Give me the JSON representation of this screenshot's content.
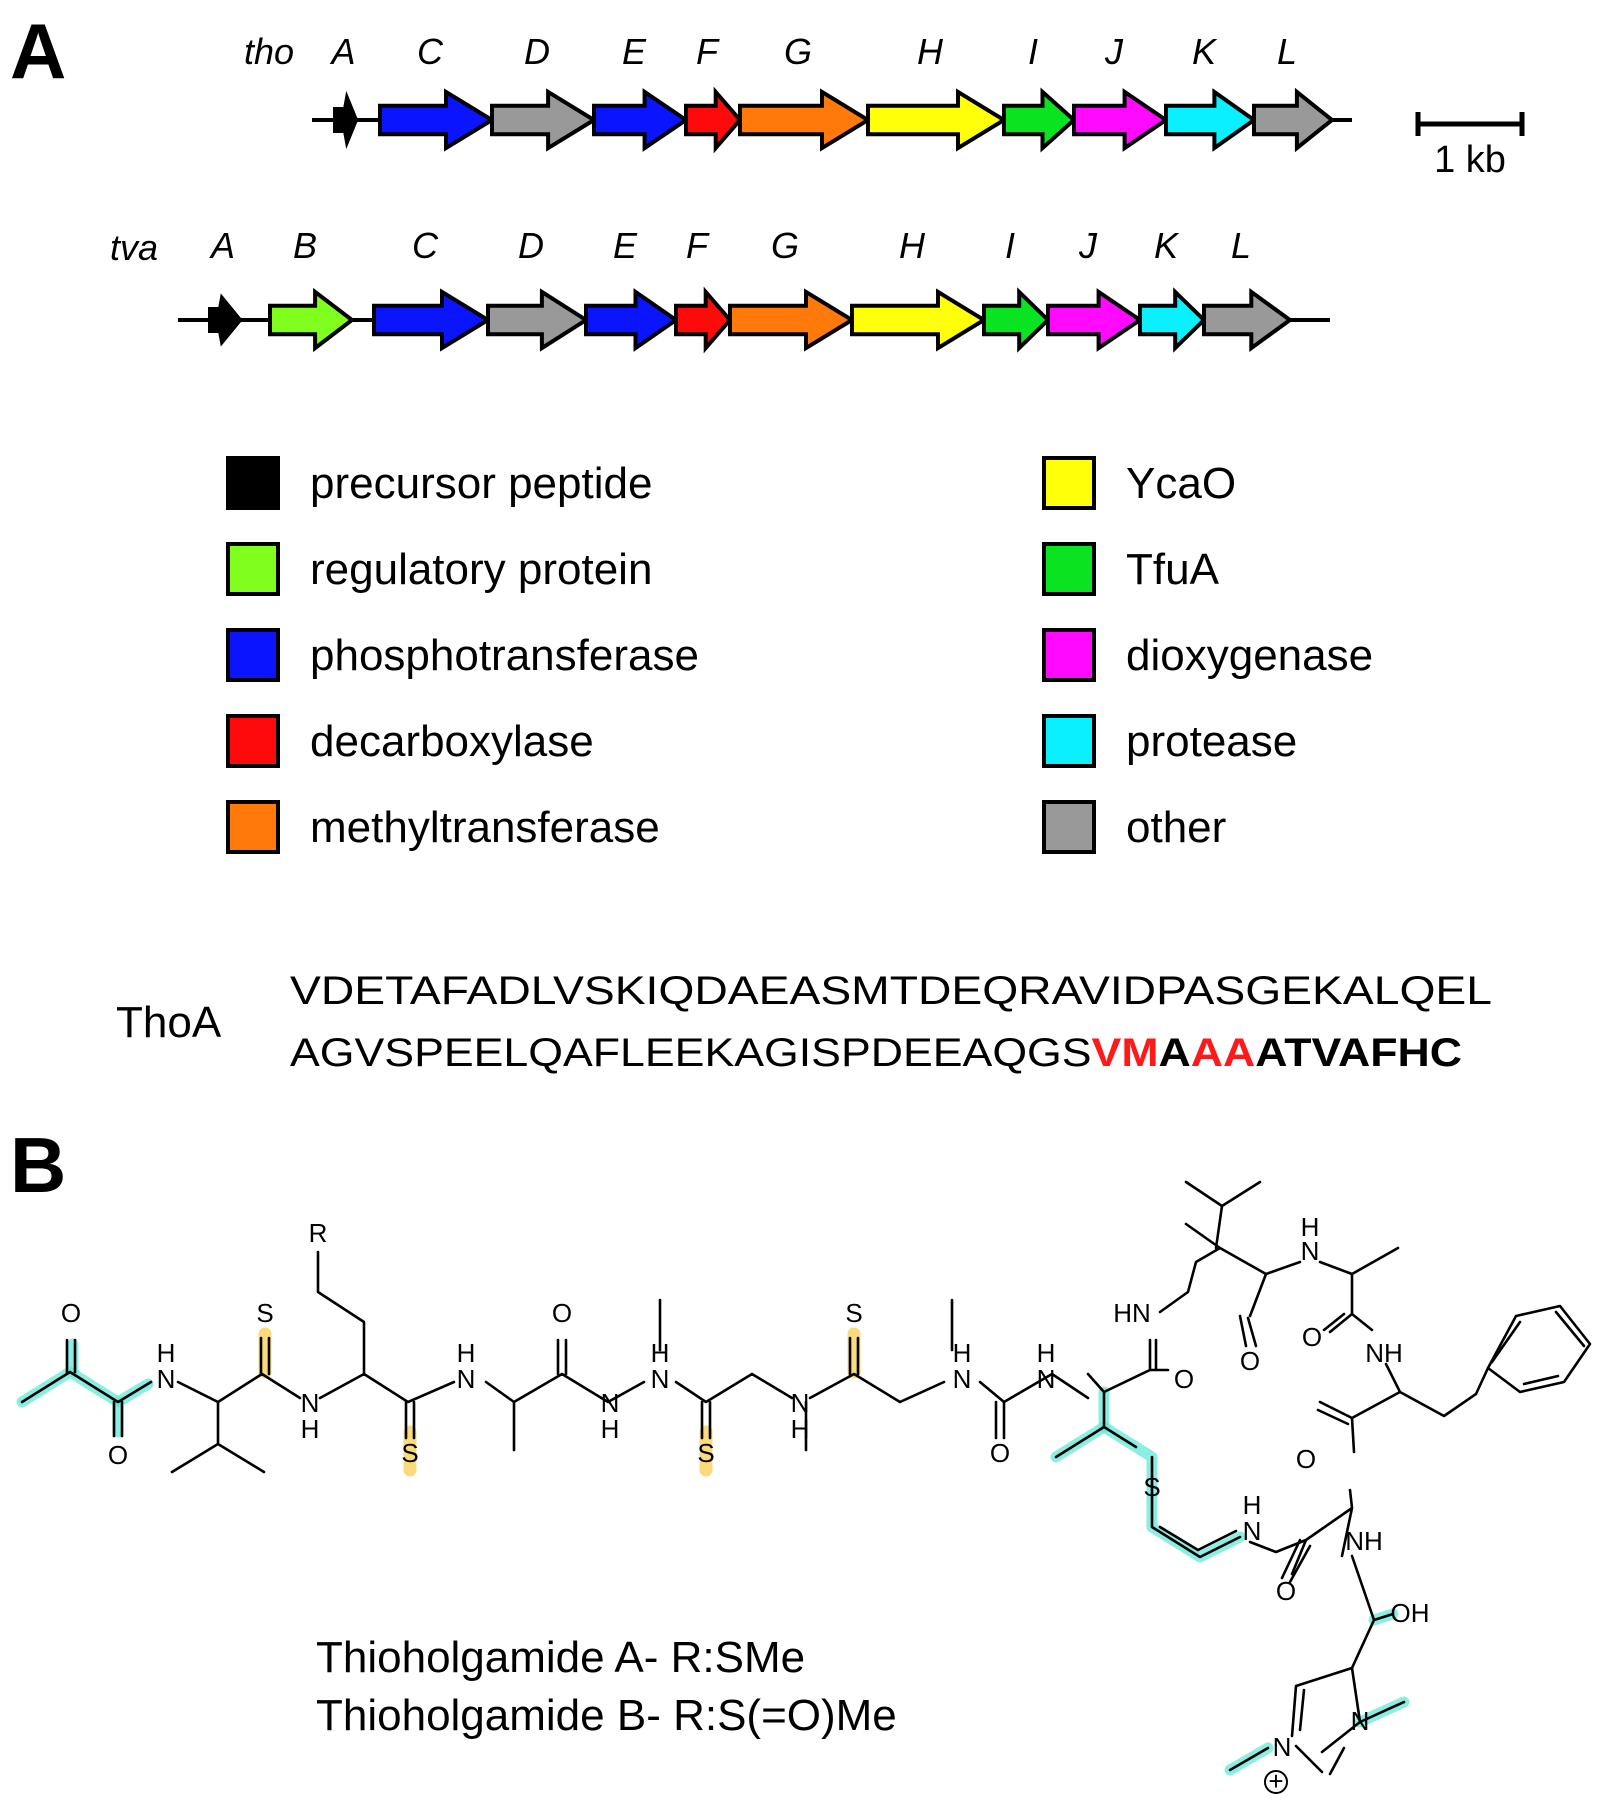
{
  "panels": {
    "a": "A",
    "b": "B"
  },
  "clusters": [
    {
      "name": "tho",
      "genes": [
        {
          "label": "A",
          "func": "precursor"
        },
        {
          "label": "C",
          "func": "phosphotransferase"
        },
        {
          "label": "D",
          "func": "other"
        },
        {
          "label": "E",
          "func": "phosphotransferase"
        },
        {
          "label": "F",
          "func": "decarboxylase"
        },
        {
          "label": "G",
          "func": "methyltransferase"
        },
        {
          "label": "H",
          "func": "ycao"
        },
        {
          "label": "I",
          "func": "tfua"
        },
        {
          "label": "J",
          "func": "dioxygenase"
        },
        {
          "label": "K",
          "func": "protease"
        },
        {
          "label": "L",
          "func": "other"
        }
      ]
    },
    {
      "name": "tva",
      "genes": [
        {
          "label": "A",
          "func": "precursor"
        },
        {
          "label": "B",
          "func": "regulatory"
        },
        {
          "label": "C",
          "func": "phosphotransferase"
        },
        {
          "label": "D",
          "func": "other"
        },
        {
          "label": "E",
          "func": "phosphotransferase"
        },
        {
          "label": "F",
          "func": "decarboxylase"
        },
        {
          "label": "G",
          "func": "methyltransferase"
        },
        {
          "label": "H",
          "func": "ycao"
        },
        {
          "label": "I",
          "func": "tfua"
        },
        {
          "label": "J",
          "func": "dioxygenase"
        },
        {
          "label": "K",
          "func": "protease"
        },
        {
          "label": "L",
          "func": "other"
        }
      ]
    }
  ],
  "scale_bar": "1 kb",
  "legend": [
    {
      "key": "precursor",
      "label": "precursor peptide",
      "color": "#000000"
    },
    {
      "key": "regulatory",
      "label": "regulatory protein",
      "color": "#80ff1f"
    },
    {
      "key": "phosphotransferase",
      "label": "phosphotransferase",
      "color": "#0a14ff"
    },
    {
      "key": "decarboxylase",
      "label": "decarboxylase",
      "color": "#ff0a0a"
    },
    {
      "key": "methyltransferase",
      "label": "methyltransferase",
      "color": "#ff7a0a"
    },
    {
      "key": "ycao",
      "label": "YcaO",
      "color": "#ffff0a"
    },
    {
      "key": "tfua",
      "label": "TfuA",
      "color": "#0ae31f"
    },
    {
      "key": "dioxygenase",
      "label": "dioxygenase",
      "color": "#ff0aff"
    },
    {
      "key": "protease",
      "label": "protease",
      "color": "#0af0ff"
    },
    {
      "key": "other",
      "label": "other",
      "color": "#999999"
    }
  ],
  "sequence": {
    "name": "ThoA",
    "line1": "VDETAFADLVSKIQDAEASMTDEQRAVIDPASGEKALQEL",
    "line2_leader": "AGVSPEELQAFLEEKAGISPDEEAQGS",
    "core": [
      {
        "text": "VM",
        "color": "#ff1a1a"
      },
      {
        "text": "A",
        "color": "#000000"
      },
      {
        "text": "AA",
        "color": "#ff1a1a"
      },
      {
        "text": "ATVAFHC",
        "color": "#000000"
      }
    ]
  },
  "structure": {
    "atoms": {
      "O": "O",
      "S": "S",
      "N": "N",
      "H": "H",
      "HN": "HN",
      "NH": "NH",
      "R": "R",
      "OH": "OH",
      "plus": "+"
    },
    "names": [
      "Thioholgamide A- R:SMe",
      "Thioholgamide B- R:S(=O)Me"
    ]
  }
}
